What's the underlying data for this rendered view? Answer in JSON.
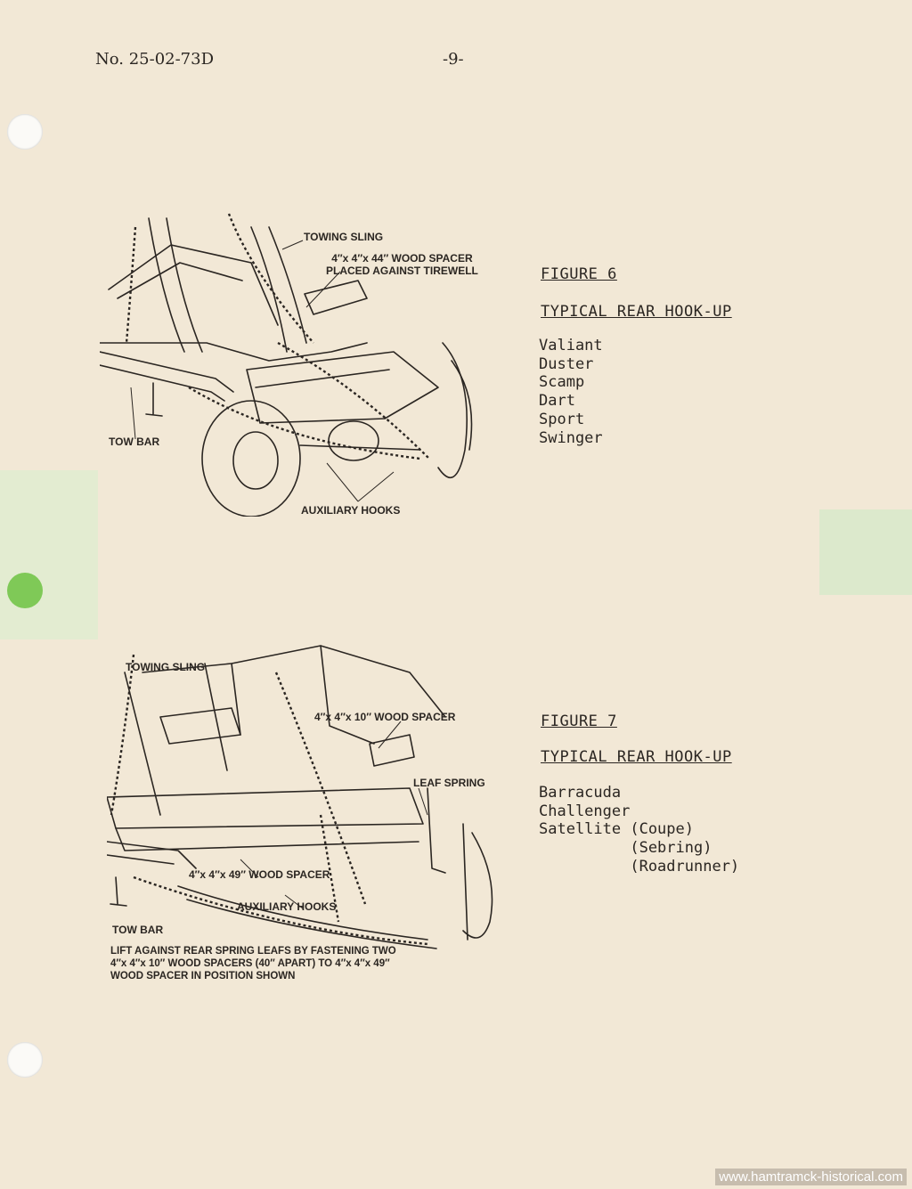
{
  "header": {
    "doc_number": "No. 25-02-73D",
    "page_number": "-9-"
  },
  "figure6": {
    "title": "FIGURE 6",
    "subtitle": "TYPICAL REAR HOOK-UP",
    "models": [
      "Valiant",
      "Duster",
      "Scamp",
      "Dart",
      "Sport",
      "Swinger"
    ],
    "labels": {
      "towing_sling": "TOWING SLING",
      "wood_spacer": "4″x 4″x 44″ WOOD SPACER\nPLACED AGAINST TIREWELL",
      "tow_bar": "TOW BAR",
      "auxiliary_hooks": "AUXILIARY HOOKS"
    }
  },
  "figure7": {
    "title": "FIGURE 7",
    "subtitle": "TYPICAL REAR HOOK-UP",
    "models": [
      "Barracuda",
      "Challenger",
      "Satellite (Coupe)",
      "          (Sebring)",
      "          (Roadrunner)"
    ],
    "labels": {
      "towing_sling": "TOWING SLING",
      "wood_spacer_10": "4″x 4″x 10″ WOOD SPACER",
      "leaf_spring": "LEAF SPRING",
      "wood_spacer_49": "4″x 4″x 49″ WOOD SPACER",
      "auxiliary_hooks": "AUXILIARY HOOKS",
      "tow_bar": "TOW BAR",
      "caption": "LIFT AGAINST REAR SPRING LEAFS BY FASTENING TWO\n4″x 4″x 10″ WOOD SPACERS (40″ APART) TO 4″x 4″x 49″\nWOOD SPACER IN POSITION SHOWN"
    }
  },
  "watermark": "www.hamtramck-historical.com",
  "colors": {
    "paper": "#f2e8d6",
    "ink": "#2b2622",
    "green_tint": "#dfeccf",
    "punch_green": "#7fc957"
  }
}
